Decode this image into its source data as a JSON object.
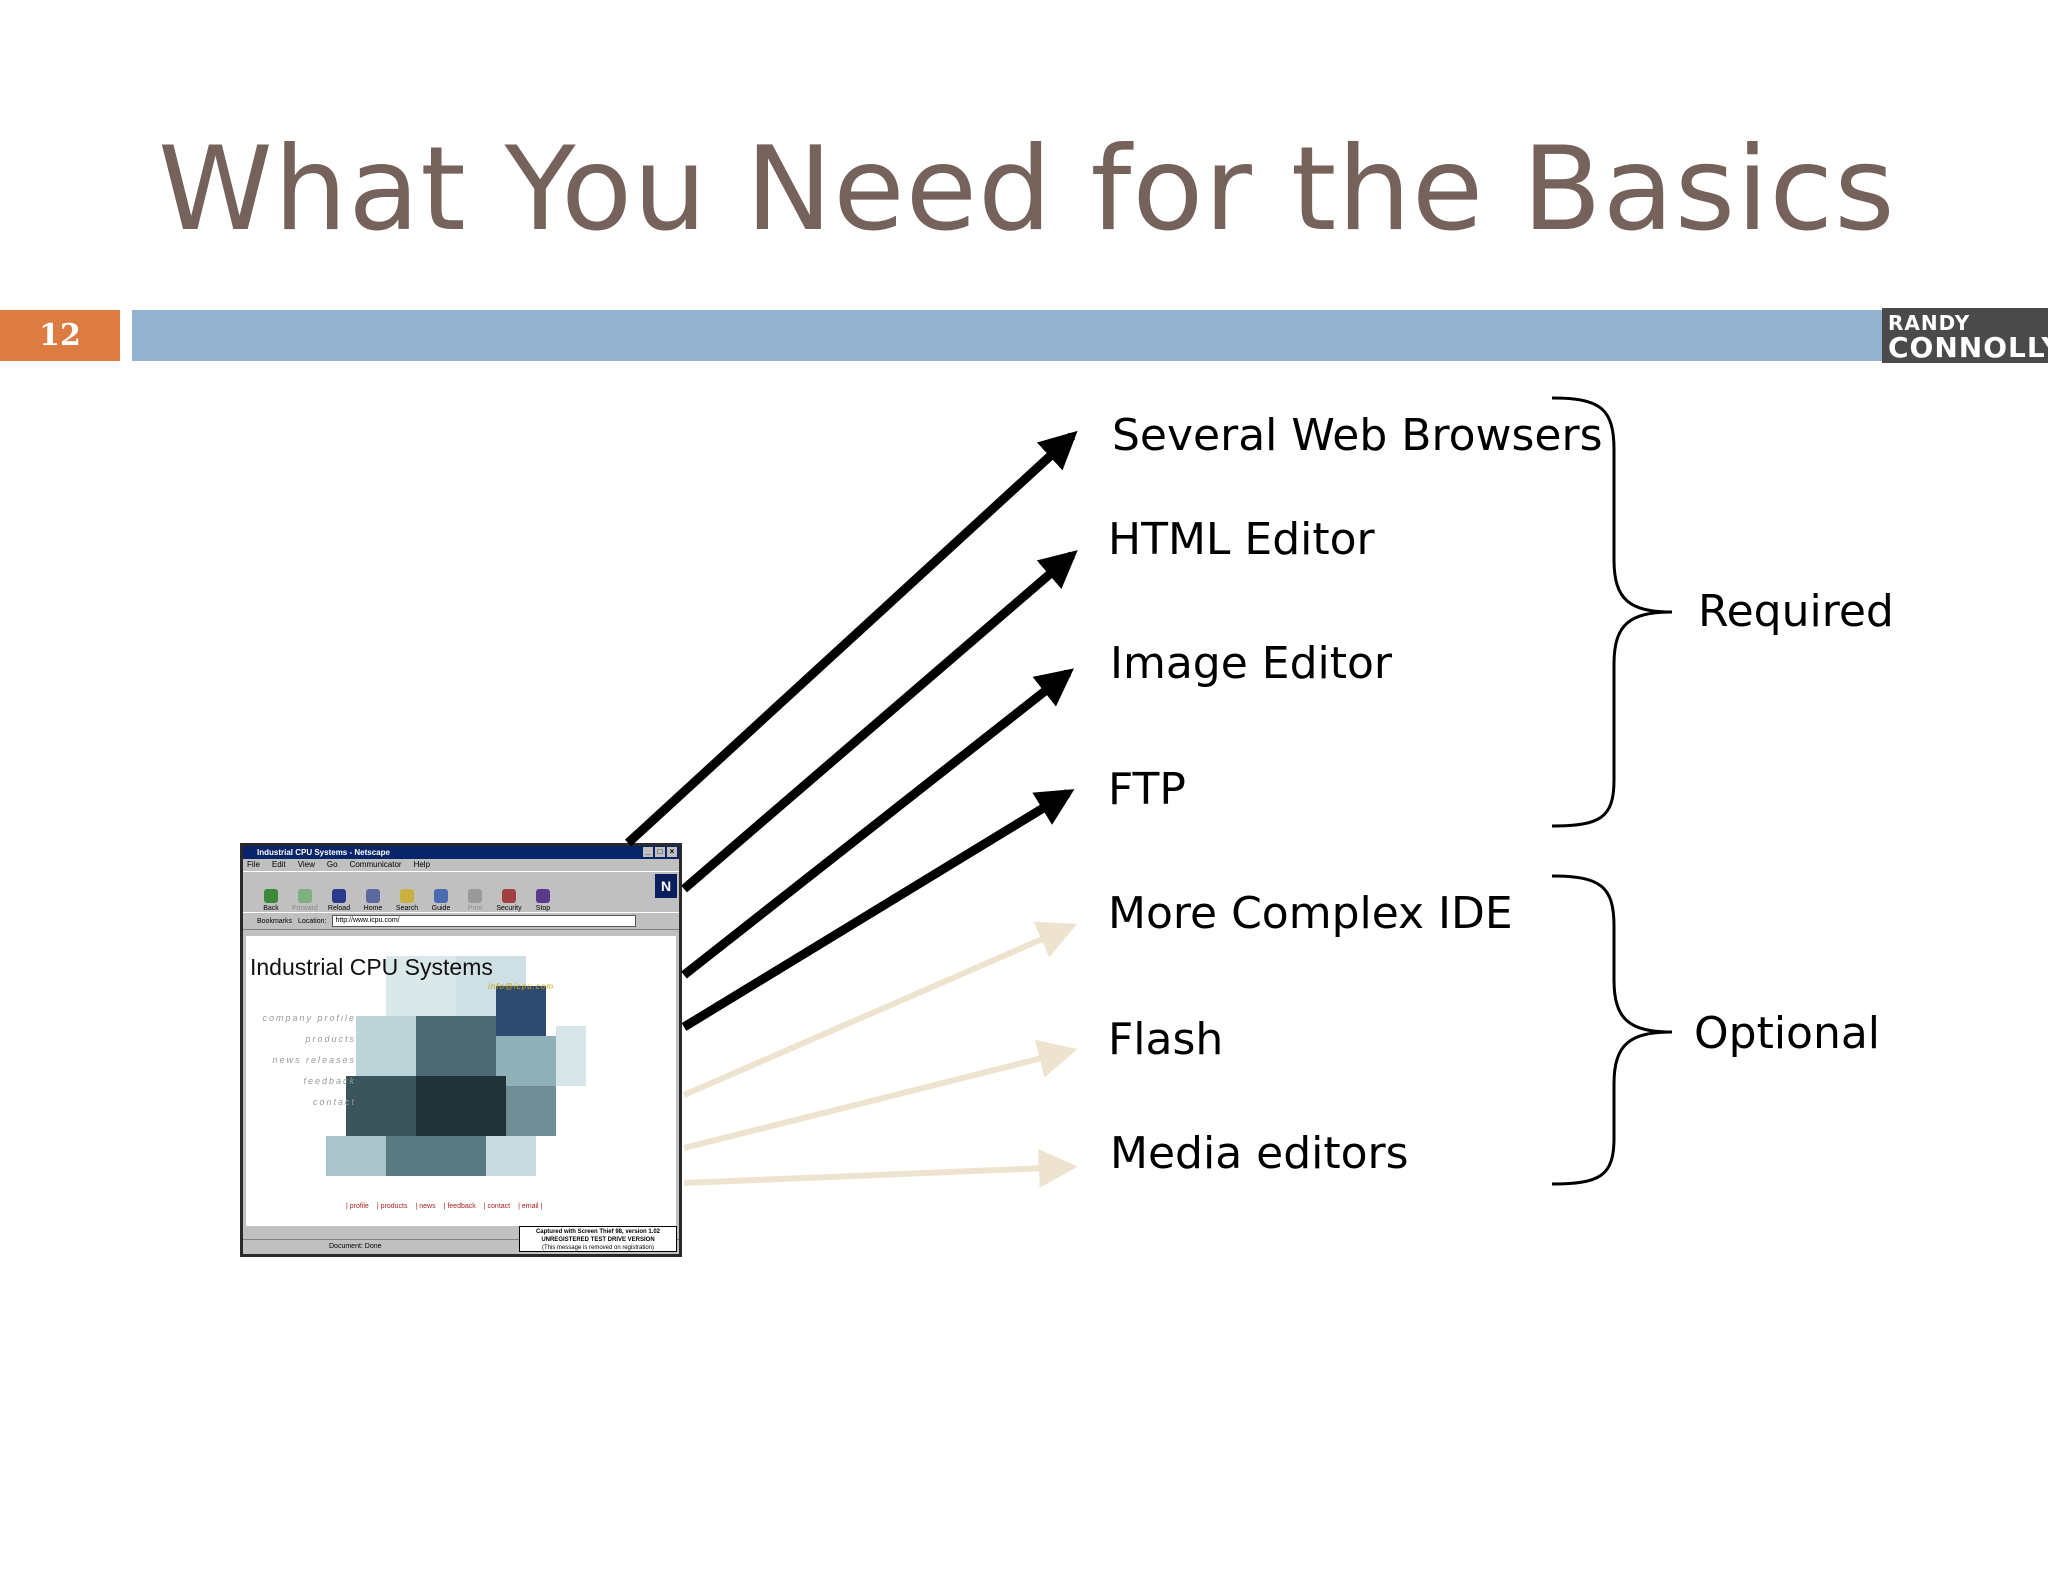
{
  "title": "What You Need for the Basics",
  "slide_number": "12",
  "logo": {
    "line1": "RANDY",
    "line2": "CONNOLLY"
  },
  "items": [
    {
      "label": "Several Web Browsers",
      "group": "required"
    },
    {
      "label": "HTML Editor",
      "group": "required"
    },
    {
      "label": "Image Editor",
      "group": "required"
    },
    {
      "label": "FTP",
      "group": "required"
    },
    {
      "label": "More Complex IDE",
      "group": "optional"
    },
    {
      "label": "Flash",
      "group": "optional"
    },
    {
      "label": "Media editors",
      "group": "optional"
    }
  ],
  "groups": {
    "required": {
      "label": "Required",
      "arrow_color": "#000000"
    },
    "optional": {
      "label": "Optional",
      "arrow_color": "#eee3cf"
    }
  },
  "browser": {
    "window_title": "Industrial CPU Systems - Netscape",
    "menu": [
      "File",
      "Edit",
      "View",
      "Go",
      "Communicator",
      "Help"
    ],
    "toolbar": [
      "Back",
      "Forward",
      "Reload",
      "Home",
      "Search",
      "Guide",
      "Print",
      "Security",
      "Stop"
    ],
    "bookmarks_label": "Bookmarks",
    "location_label": "Location:",
    "location_value": "http://www.icpu.com/",
    "site_title": "Industrial CPU Systems",
    "site_email": "info@icpu.com",
    "site_nav": [
      "company profile",
      "products",
      "news releases",
      "feedback",
      "contact"
    ],
    "footer_links": [
      "| profile",
      "| products",
      "| news",
      "| feedback",
      "| contact",
      "| email |"
    ],
    "status": "Document: Done",
    "capture_note": [
      "Captured with Screen Thief 98, version 1.02",
      "UNREGISTERED TEST DRIVE VERSION",
      "(This message is removed on registration)"
    ]
  }
}
